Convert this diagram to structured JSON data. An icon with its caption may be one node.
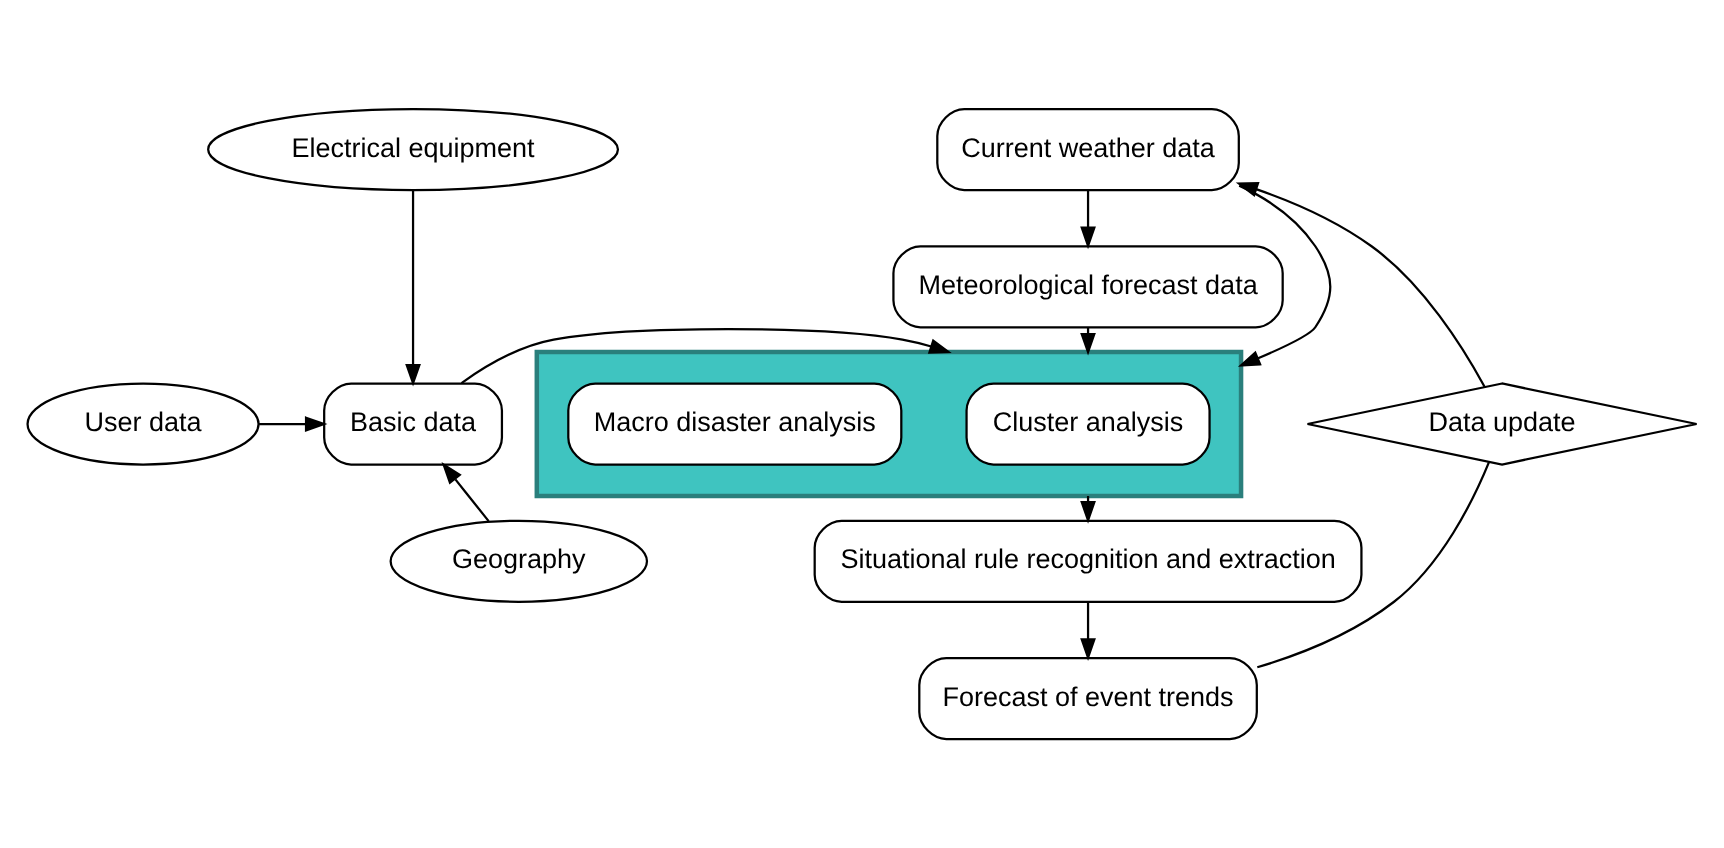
{
  "diagram": {
    "nodes": [
      {
        "text": [
          "Electrical equipment"
        ]
      },
      {
        "text": [
          "User data"
        ]
      },
      {
        "text": [
          "Geography"
        ]
      },
      {
        "text": [
          "Basic data"
        ]
      },
      {
        "text": [
          "Current weather data"
        ]
      },
      {
        "text": [
          "Meteorological forecast data"
        ]
      },
      {
        "text": [],
        "shape": "box"
      },
      {
        "text": [
          "Cluster analysis"
        ],
        "in": 6
      },
      {
        "text": [
          "Macro disaster analysis"
        ],
        "in": 6
      },
      {
        "text": [
          "Situational rule recognition and extraction"
        ]
      },
      {
        "text": [
          "Forecast of event trends"
        ]
      },
      {
        "text": [
          "Data update"
        ]
      }
    ],
    "edges": [
      {
        "from": 0,
        "to": 3,
        "arrow": "to"
      },
      {
        "from": 1,
        "to": 3,
        "arrow": "to"
      },
      {
        "from": 2,
        "to": 3,
        "arrow": "to"
      },
      {
        "from": 3,
        "to": 6,
        "arrow": "to"
      },
      {
        "from": 4,
        "to": 5,
        "arrow": "to"
      },
      {
        "from": 4,
        "to": 6,
        "arrow": "to"
      },
      {
        "from": 5,
        "to": 6,
        "arrow": "to"
      },
      {
        "from": 6,
        "to": 9,
        "arrow": "to"
      },
      {
        "from": 9,
        "to": 10,
        "arrow": "to"
      },
      {
        "from": 10,
        "to": 11,
        "arrow": "none"
      },
      {
        "from": 11,
        "to": 4,
        "arrow": "to"
      }
    ]
  }
}
